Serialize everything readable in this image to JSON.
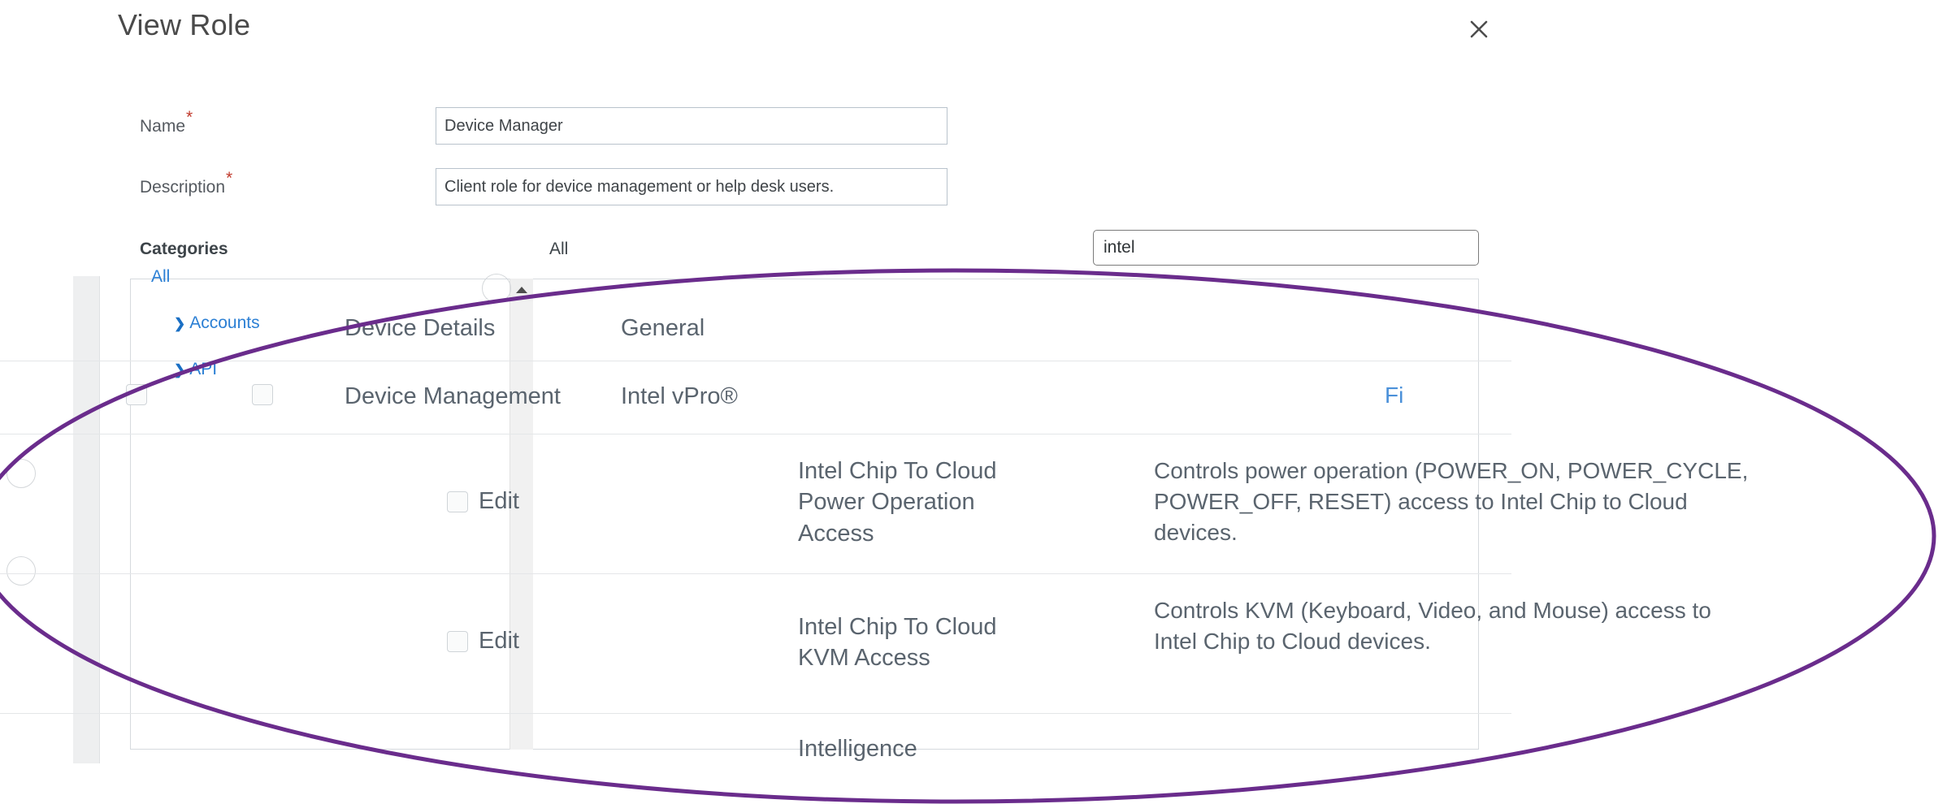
{
  "dialog": {
    "title": "View Role",
    "close_icon": "close-icon"
  },
  "form": {
    "name": {
      "label": "Name",
      "required_marker": "*",
      "value": "Device Manager"
    },
    "description": {
      "label": "Description",
      "required_marker": "*",
      "value": "Client role for device management or help desk users."
    }
  },
  "categories": {
    "label": "Categories",
    "all_label": "All",
    "tree_items": [
      {
        "label": "All",
        "expandable": false,
        "chevron": ""
      },
      {
        "label": "Accounts",
        "expandable": true,
        "chevron": "❯"
      },
      {
        "label": "API",
        "expandable": true,
        "chevron": "❯"
      }
    ]
  },
  "search": {
    "value": "intel",
    "placeholder": "Search"
  },
  "table": {
    "rows": [
      {
        "category": "Device Details",
        "name": "General",
        "description": "",
        "link": "",
        "action_label": "",
        "has_checkbox_1": false,
        "has_checkbox_2": false,
        "has_action_checkbox": false
      },
      {
        "category": "Device Management",
        "name": "Intel vPro®",
        "description": "",
        "link": "Fi",
        "action_label": "",
        "has_checkbox_1": true,
        "has_checkbox_2": true,
        "has_action_checkbox": false
      },
      {
        "category": "",
        "name": "Intel Chip To Cloud Power Operation Access",
        "description": "Controls power operation (POWER_ON, POWER_CYCLE, POWER_OFF, RESET) access to Intel Chip to Cloud devices.",
        "link": "",
        "action_label": "Edit",
        "has_checkbox_1": false,
        "has_checkbox_2": false,
        "has_action_checkbox": true
      },
      {
        "category": "",
        "name": "Intel Chip To Cloud KVM Access",
        "description": "Controls KVM (Keyboard, Video, and Mouse) access to Intel Chip to Cloud devices.",
        "link": "",
        "action_label": "Edit",
        "has_checkbox_1": false,
        "has_checkbox_2": false,
        "has_action_checkbox": true
      },
      {
        "category": "",
        "name": "Intelligence",
        "description": "",
        "link": "",
        "action_label": "",
        "has_checkbox_1": false,
        "has_checkbox_2": false,
        "has_action_checkbox": false
      }
    ]
  },
  "annotation": {
    "shape": "ellipse",
    "color": "#6A2C8C",
    "stroke_width": 5
  }
}
